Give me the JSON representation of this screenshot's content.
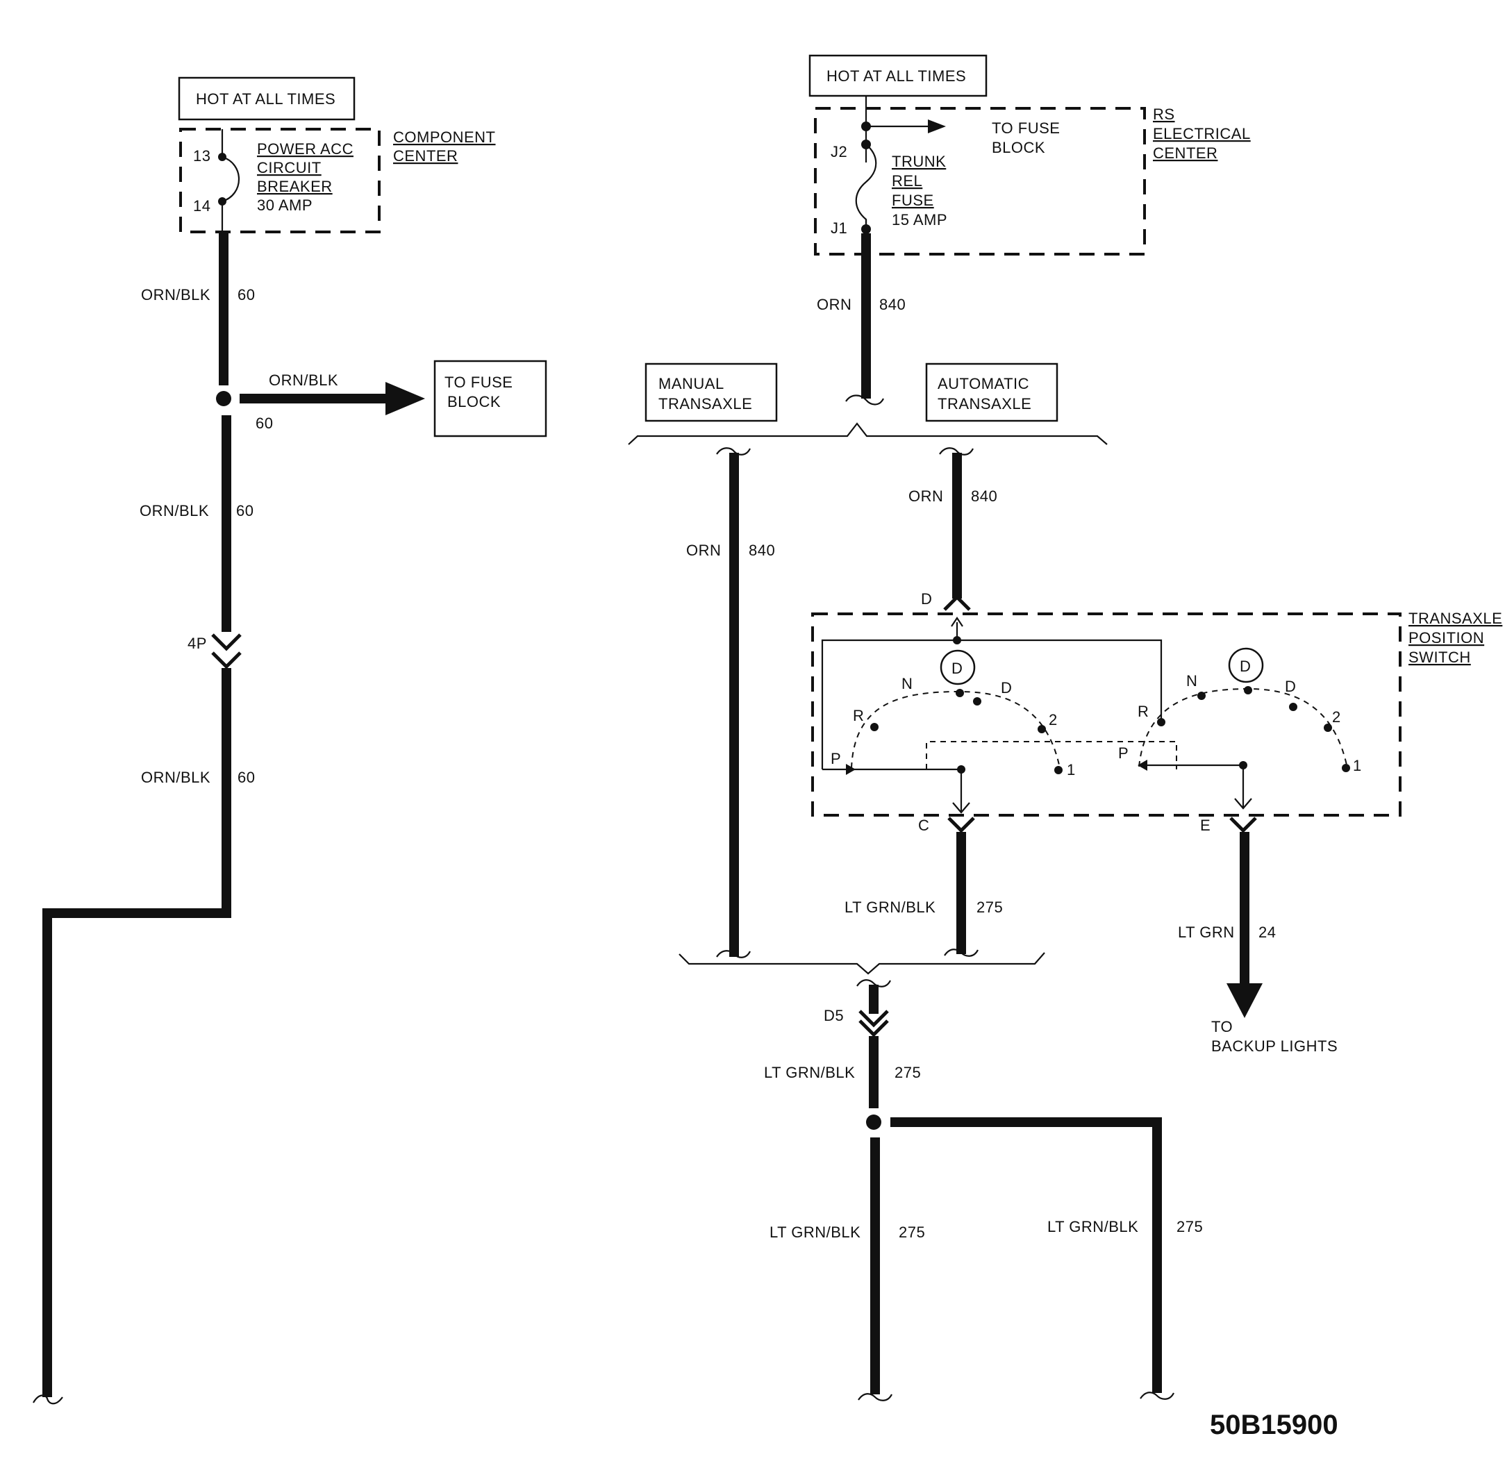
{
  "labels": {
    "hot1": "HOT AT ALL TIMES",
    "hot2": "HOT AT ALL TIMES",
    "term13": "13",
    "term14": "14",
    "breaker1": "POWER ACC",
    "breaker2": "CIRCUIT",
    "breaker3": "BREAKER",
    "breaker4": "30 AMP",
    "comp1": "COMPONENT",
    "comp2": "CENTER",
    "rs1": "RS",
    "rs2": "ELECTRICAL",
    "rs3": "CENTER",
    "toFuseA1": "TO FUSE",
    "toFuseA2": "BLOCK",
    "toFuseB1": "TO FUSE",
    "toFuseB2": "BLOCK",
    "j2": "J2",
    "j1": "J1",
    "trunk1": "TRUNK",
    "trunk2": "REL",
    "trunk3": "FUSE",
    "trunk4": "15 AMP",
    "manual1": "MANUAL",
    "manual2": "TRANSAXLE",
    "auto1": "AUTOMATIC",
    "auto2": "TRANSAXLE",
    "tps1": "TRANSAXLE",
    "tps2": "POSITION",
    "tps3": "SWITCH",
    "toBackup1": "TO",
    "toBackup2": "BACKUP LIGHTS",
    "diagramId": "50B15900"
  },
  "wires": {
    "orn_blk": "ORN/BLK",
    "orn": "ORN",
    "lt_grn_blk": "LT GRN/BLK",
    "lt_grn": "LT GRN",
    "c60": "60",
    "c840": "840",
    "c275": "275",
    "c24": "24"
  },
  "connectors": {
    "c4p": "4P",
    "d5": "D5",
    "d": "D",
    "c": "C",
    "e": "E"
  },
  "switch": {
    "p": "P",
    "r": "R",
    "n": "N",
    "d": "D",
    "two": "2",
    "one": "1",
    "contact": "D"
  }
}
